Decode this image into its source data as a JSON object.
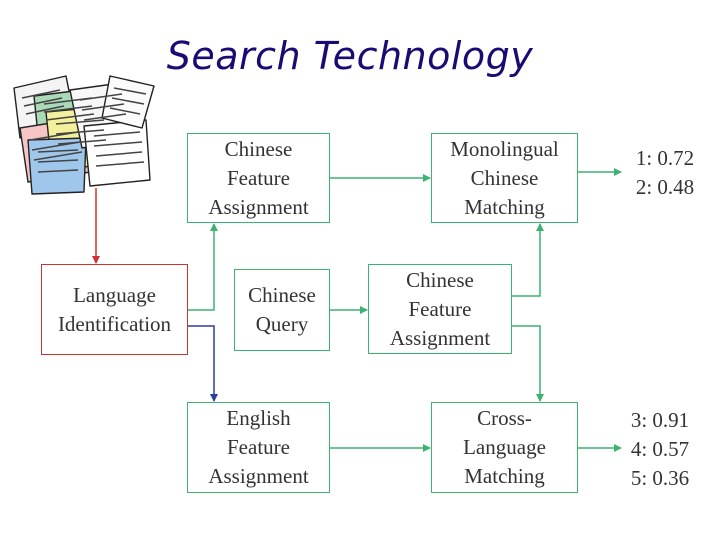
{
  "title": "Search Technology",
  "boxes": {
    "language_identification": "Language\nIdentification",
    "chinese_feature_assignment_top": "Chinese\nFeature\nAssignment",
    "chinese_query": "Chinese\nQuery",
    "english_feature_assignment": "English\nFeature\nAssignment",
    "monolingual_chinese_matching": "Monolingual\nChinese\nMatching",
    "chinese_feature_assignment_mid": "Chinese\nFeature\nAssignment",
    "cross_language_matching": "Cross-\nLanguage\nMatching"
  },
  "results": {
    "monolingual": "1: 0.72\n2: 0.48",
    "cross_language": "3: 0.91\n4: 0.57\n5: 0.36"
  },
  "colors": {
    "title": "#1a0a73",
    "green_arrows": "#3cb371",
    "red_arrow": "#cc3333",
    "blue_arrow": "#2b3f9e"
  },
  "icons": {
    "documents": "document-stack-icon"
  }
}
